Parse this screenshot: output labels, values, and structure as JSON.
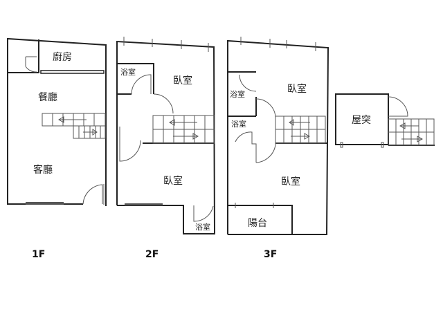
{
  "floors": [
    {
      "label": "1F",
      "rooms": [
        "廚房",
        "餐廳",
        "客廳"
      ]
    },
    {
      "label": "2F",
      "rooms": [
        "浴室",
        "臥室",
        "臥室",
        "浴室"
      ]
    },
    {
      "label": "3F",
      "rooms": [
        "臥室",
        "浴室",
        "浴室",
        "臥室",
        "陽台"
      ]
    },
    {
      "label": "",
      "rooms": [
        "屋突"
      ]
    }
  ]
}
